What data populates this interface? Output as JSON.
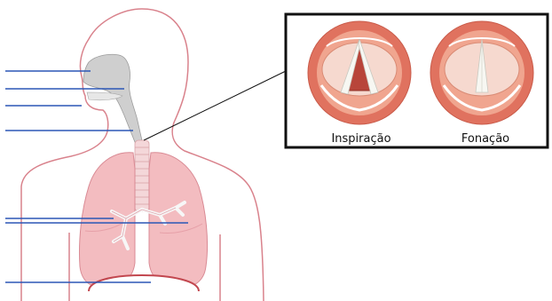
{
  "inset": {
    "views": [
      {
        "label": "Inspiração"
      },
      {
        "label": "Fonação"
      }
    ]
  },
  "colors": {
    "body_outline": "#d9828c",
    "airway_gray": "#cfcfcf",
    "lung_fill": "#f3bcc0",
    "lung_dark": "#e6a0a8",
    "leader_line": "#2b57b5",
    "inset_border": "#111111",
    "tissue_red": "#e0725f",
    "tissue_light": "#f6d9cf"
  },
  "label_lines": {
    "count": 7
  }
}
